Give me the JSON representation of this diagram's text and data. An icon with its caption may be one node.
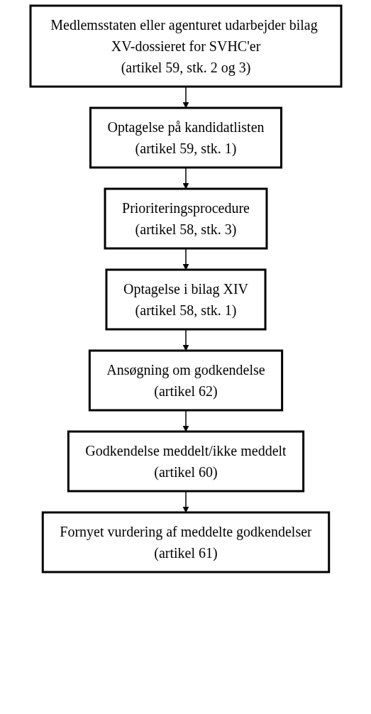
{
  "diagram": {
    "nodes": [
      {
        "text": [
          "Medlemsstaten eller agenturet udarbejder bilag XV-dossieret for SVHC'er",
          "(artikel 59, stk. 2 og 3)"
        ]
      },
      {
        "text": [
          "Optagelse på kandidatlisten",
          "(artikel 59, stk. 1)"
        ]
      },
      {
        "text": [
          "Prioriteringsprocedure",
          "(artikel 58, stk. 3)"
        ]
      },
      {
        "text": [
          "Optagelse i bilag XIV",
          "(artikel 58, stk. 1)"
        ]
      },
      {
        "text": [
          "Ansøgning om godkendelse",
          "(artikel 62)"
        ]
      },
      {
        "text": [
          "Godkendelse meddelt/ikke meddelt",
          "(artikel 60)"
        ]
      },
      {
        "text": [
          "Fornyet vurdering af meddelte godkendelser",
          "(artikel 61)"
        ]
      }
    ],
    "edges": [
      {
        "from": 0,
        "to": 1,
        "arrow": "to"
      },
      {
        "from": 1,
        "to": 2,
        "arrow": "to"
      },
      {
        "from": 2,
        "to": 3,
        "arrow": "to"
      },
      {
        "from": 3,
        "to": 4,
        "arrow": "to"
      },
      {
        "from": 4,
        "to": 5,
        "arrow": "to"
      },
      {
        "from": 5,
        "to": 6,
        "arrow": "to"
      }
    ]
  }
}
